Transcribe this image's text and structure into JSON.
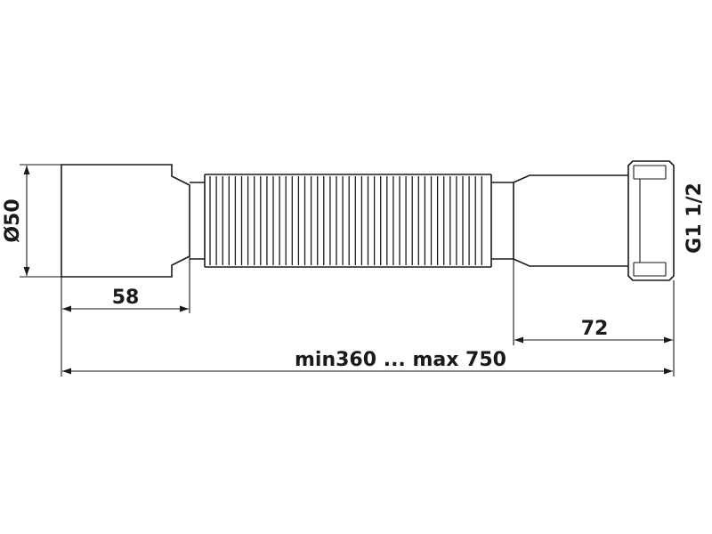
{
  "drawing": {
    "dimensions": {
      "diameter": "Ø50",
      "inlet_length": "58",
      "outlet_length": "72",
      "total_length": "min360 ... max 750",
      "thread": "G1 1/2"
    },
    "colors": {
      "line": "#1a1a1a",
      "background": "#ffffff"
    }
  }
}
